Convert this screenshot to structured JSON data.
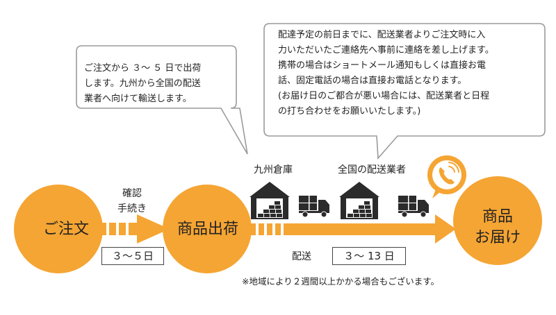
{
  "bubble_left": {
    "lines": [
      "ご注文から ３～ ５ 日で出荷",
      "します。九州から全国の配送",
      "業者へ向けて輸送します。"
    ]
  },
  "bubble_right": {
    "lines": [
      "配達予定の前日までに、配送業者よりご注文時に入",
      "力いただいたご連絡先へ事前に連絡を差し上げます。",
      "携帯の場合はショートメール通知もしくは直接お電",
      "話、固定電話の場合は直接お電話となります。",
      "(お届け日のご都合が悪い場合には、配送業者と日程",
      "の打ち合わせをお願いいたします。)"
    ]
  },
  "steps": {
    "order": "ご注文",
    "ship": "商品出荷",
    "deliver": [
      "商品",
      "お届け"
    ]
  },
  "confirm_label": [
    "確認",
    "手続き"
  ],
  "confirm_days": "３～５日",
  "warehouse_label": "九州倉庫",
  "carrier_label": "全国の配送業者",
  "delivery_label": "配送",
  "delivery_days": "３～ 13 日",
  "note": "※地域により２週間以上かかる場合もございます。",
  "icons": [
    "warehouse-icon",
    "truck-icon",
    "phone-icon"
  ],
  "colors": {
    "orange": "#f5a533",
    "orange_dark": "#e8901a",
    "bubble_border": "#9a9a9a",
    "dark": "#2b2b2b"
  }
}
